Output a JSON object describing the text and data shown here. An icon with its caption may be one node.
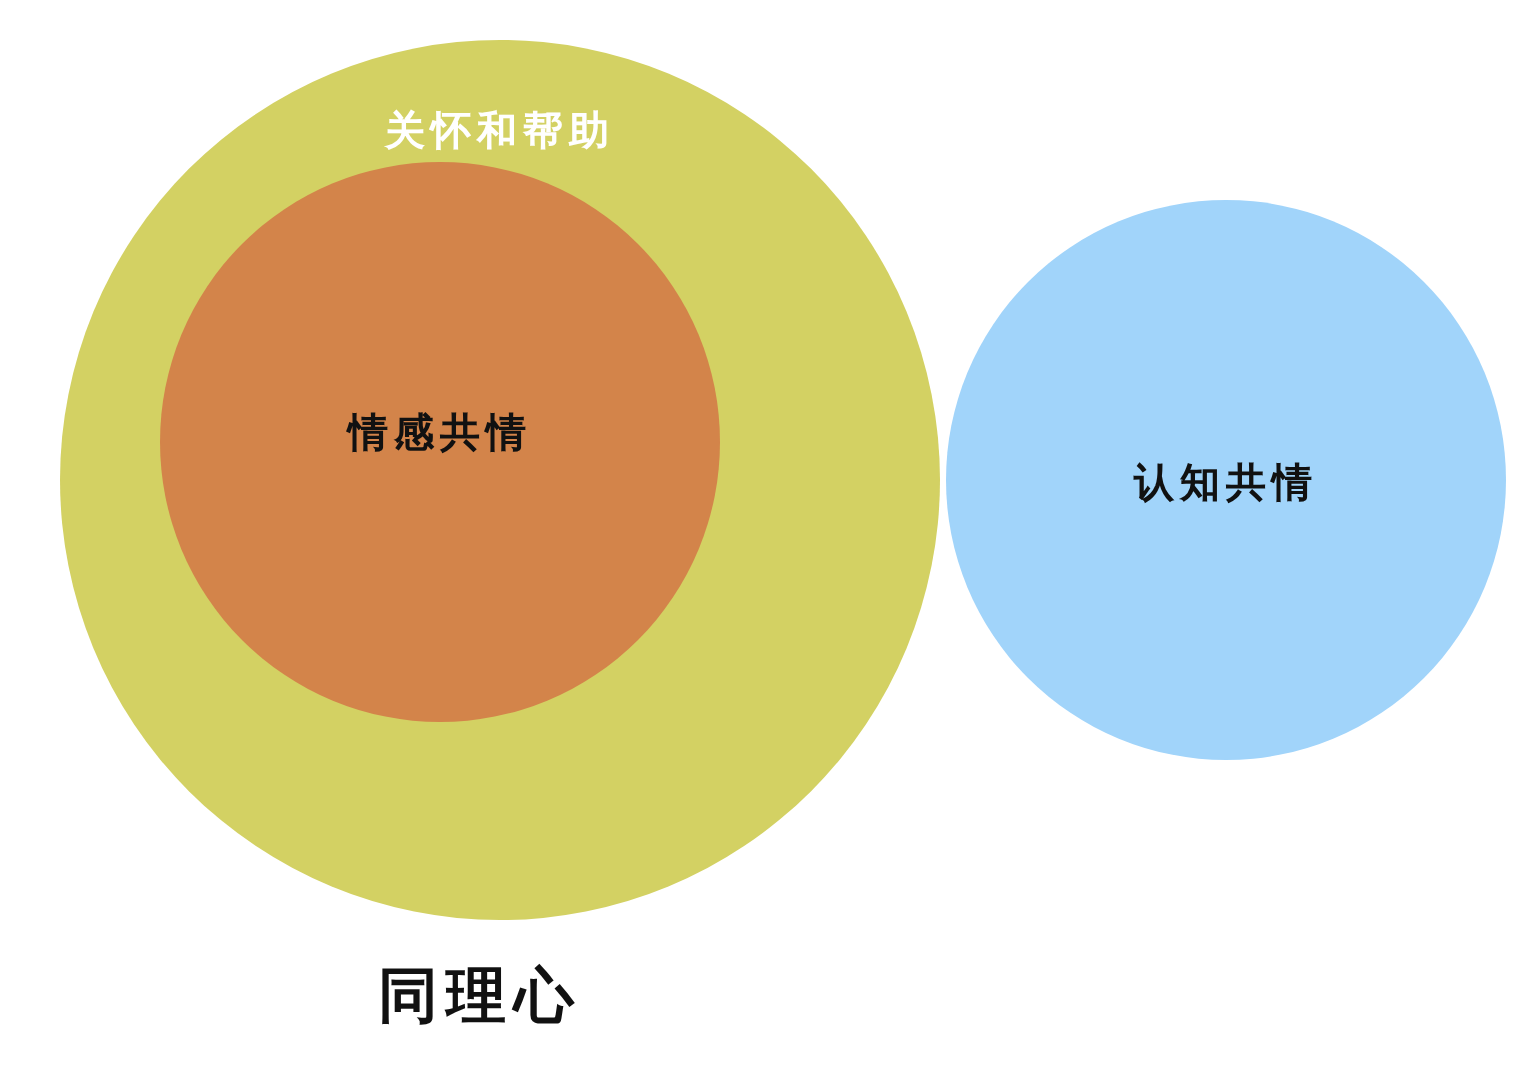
{
  "diagram": {
    "caption": "同理心",
    "nodes": [
      {
        "text": [
          "关怀和帮助"
        ]
      },
      {
        "text": [
          "情感共情"
        ],
        "in": 0
      },
      {
        "text": [
          "认知共情"
        ]
      }
    ]
  }
}
